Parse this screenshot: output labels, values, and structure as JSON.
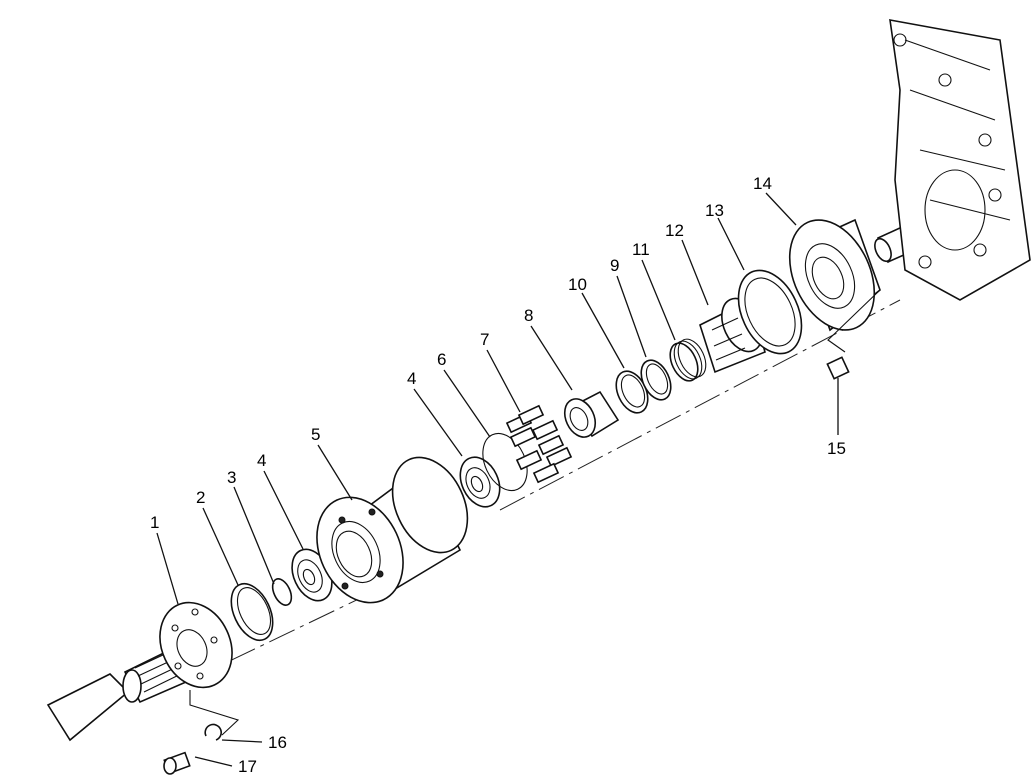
{
  "callouts": [
    "1",
    "2",
    "3",
    "4",
    "4",
    "5",
    "6",
    "7",
    "8",
    "9",
    "10",
    "11",
    "12",
    "13",
    "14",
    "15",
    "16",
    "17"
  ],
  "colors": {
    "background": "#ffffff",
    "line": "#111111"
  }
}
